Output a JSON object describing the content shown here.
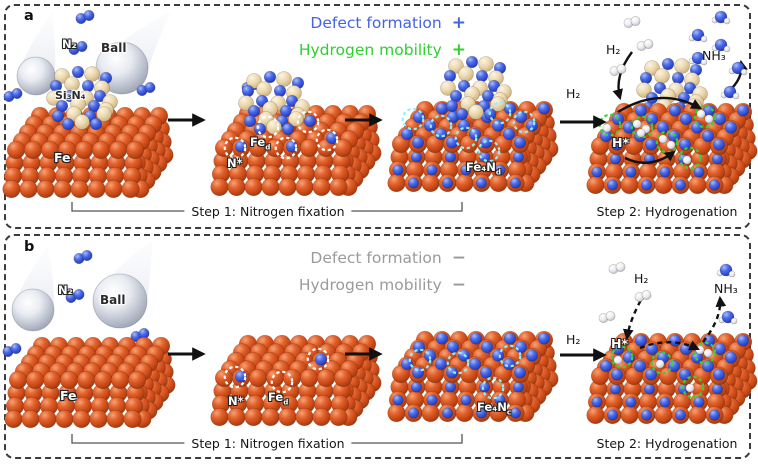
{
  "panels": {
    "a": {
      "panel_label": "a",
      "legend": {
        "defect_label": "Defect formation",
        "defect_sign": "+",
        "mobility_label": "Hydrogen mobility",
        "mobility_sign": "+"
      },
      "labels": {
        "n2": "N₂",
        "ball": "Ball",
        "si3n4": "Si₃N₄",
        "fe": "Fe",
        "n_adsorbed": "N*",
        "fe_defect_base": "Fe",
        "fe_defect_sub": "d",
        "fe4n_base": "Fe₄N",
        "fe4n_sub": "d",
        "h2_step": "H₂",
        "h2": "H₂",
        "h_adsorbed": "H*",
        "nh3": "NH₃"
      },
      "steps": {
        "step1": "Step 1: Nitrogen fixation",
        "step2": "Step 2: Hydrogenation"
      }
    },
    "b": {
      "panel_label": "b",
      "legend": {
        "defect_label": "Defect formation",
        "defect_sign": "−",
        "mobility_label": "Hydrogen mobility",
        "mobility_sign": "−"
      },
      "labels": {
        "n2": "N₂",
        "ball": "Ball",
        "fe": "Fe",
        "n_adsorbed": "N*",
        "fe_defect_base": "Fe",
        "fe_defect_sub": "d",
        "fe4n_base": "Fe₄N",
        "fe4n_sub": "c",
        "h2_step": "H₂",
        "h2": "H₂",
        "h_adsorbed": "H*",
        "nh3": "NH₃"
      },
      "steps": {
        "step1": "Step 1: Nitrogen fixation",
        "step2": "Step 2: Hydrogenation"
      }
    }
  },
  "colors": {
    "defect_text": "#4463e6",
    "mobility_text": "#2fd02f",
    "inactive_text": "#9b9b9b",
    "iron_atom": "#d95b2b",
    "nitrogen_atom": "#3b63e8",
    "silicon_atom": "#e8d5ae",
    "hydrogen_atom": "#f2f2f5",
    "defect_circle": "#ffffff",
    "nitride_circle": "#8ef0ff",
    "hydrogen_circle": "#35d435",
    "arrow": "#111111"
  }
}
